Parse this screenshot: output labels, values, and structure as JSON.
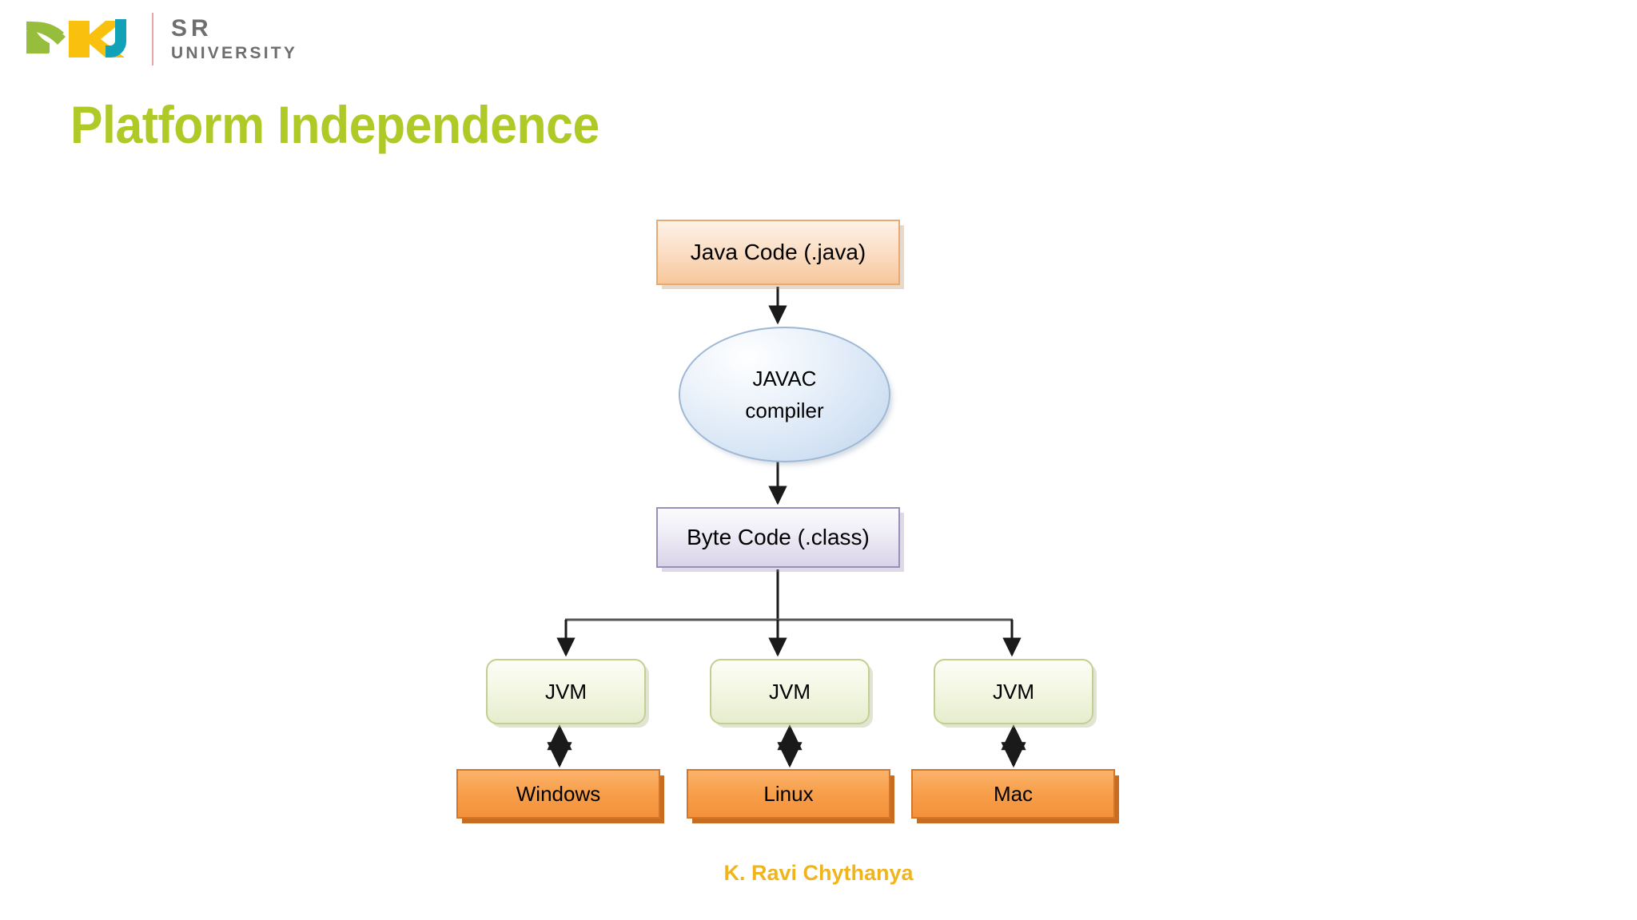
{
  "brand": {
    "logo_icon": "sru-logo-icon",
    "name_primary": "SR",
    "name_secondary": "UNIVERSITY",
    "logo_colors": {
      "green": "#96BE3C",
      "yellow": "#F9C10E",
      "teal": "#12A2B8",
      "wordmark_gray": "#6E6E6E",
      "divider": "#E3A6A6"
    }
  },
  "slide": {
    "title": "Platform Independence",
    "title_color": "#AFC926",
    "background_color": "#FFFFFF"
  },
  "footer": {
    "credit": "K. Ravi Chythanya",
    "credit_color": "#F0B51C"
  },
  "diagram": {
    "type": "flowchart",
    "title": "Java Platform Independence flow",
    "nodes": [
      {
        "id": "java-code",
        "label": "Java Code (.java)",
        "shape": "rectangle",
        "fill": "#F7C79B",
        "border": "#E8A972"
      },
      {
        "id": "javac",
        "label_line1": "JAVAC",
        "label_line2": "compiler",
        "shape": "ellipse",
        "fill": "#D4E3F4",
        "border": "#9DB7D4"
      },
      {
        "id": "byte-code",
        "label": "Byte Code (.class)",
        "shape": "rectangle",
        "fill": "#D9D3E8",
        "border": "#9A8FBA"
      }
    ],
    "jvm_nodes": [
      {
        "id": "jvm-0",
        "label": "JVM",
        "shape": "rounded-rectangle",
        "fill": "#E6EDCD",
        "border": "#C2CF92"
      },
      {
        "id": "jvm-1",
        "label": "JVM",
        "shape": "rounded-rectangle",
        "fill": "#E6EDCD",
        "border": "#C2CF92"
      },
      {
        "id": "jvm-2",
        "label": "JVM",
        "shape": "rounded-rectangle",
        "fill": "#E6EDCD",
        "border": "#C2CF92"
      }
    ],
    "os_nodes": [
      {
        "id": "os-0",
        "label": "Windows",
        "shape": "rectangle",
        "fill": "#F79E4A",
        "border": "#D2762A"
      },
      {
        "id": "os-1",
        "label": "Linux",
        "shape": "rectangle",
        "fill": "#F79E4A",
        "border": "#D2762A"
      },
      {
        "id": "os-2",
        "label": "Mac",
        "shape": "rectangle",
        "fill": "#F79E4A",
        "border": "#D2762A"
      }
    ],
    "edges": [
      {
        "from": "java-code",
        "to": "javac",
        "style": "arrow-down"
      },
      {
        "from": "javac",
        "to": "byte-code",
        "style": "arrow-down"
      },
      {
        "from": "byte-code",
        "to": "jvm-0",
        "style": "elbow-arrow-down"
      },
      {
        "from": "byte-code",
        "to": "jvm-1",
        "style": "arrow-down"
      },
      {
        "from": "byte-code",
        "to": "jvm-2",
        "style": "elbow-arrow-down"
      },
      {
        "from": "jvm-0",
        "to": "os-0",
        "style": "double-arrow"
      },
      {
        "from": "jvm-1",
        "to": "os-1",
        "style": "double-arrow"
      },
      {
        "from": "jvm-2",
        "to": "os-2",
        "style": "double-arrow"
      }
    ],
    "edge_color": "#1A1A1A"
  }
}
